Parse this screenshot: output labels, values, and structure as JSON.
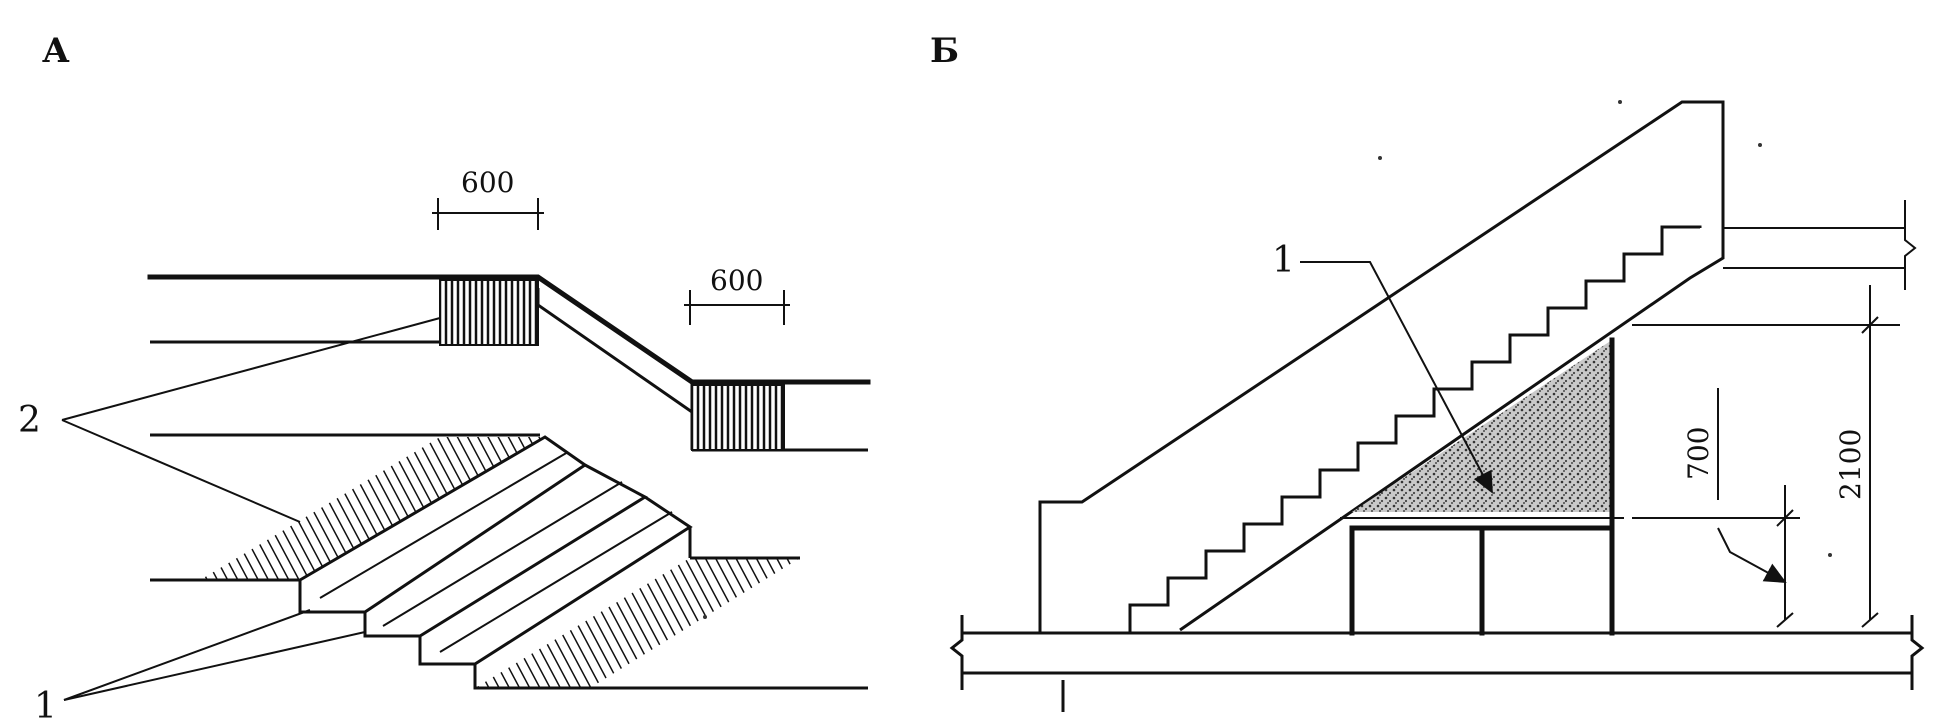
{
  "panels": [
    {
      "label": "А"
    },
    {
      "label": "Б"
    }
  ],
  "panel_a": {
    "callouts": [
      "2",
      "1"
    ],
    "dimensions": [
      "600",
      "600"
    ]
  },
  "panel_b": {
    "callouts": [
      "1"
    ],
    "dimensions": [
      "2100",
      "700"
    ]
  },
  "colors": {
    "ink": "#111111",
    "paper": "#ffffff",
    "stipple": "#8c8c8c"
  }
}
